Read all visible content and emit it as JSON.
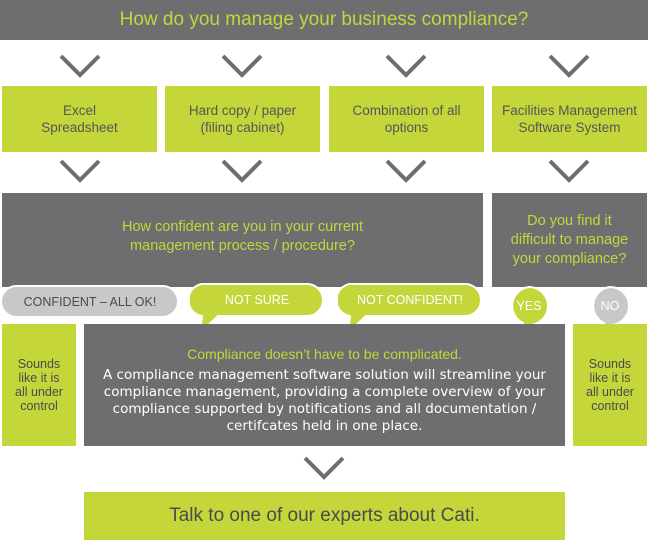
{
  "title": "How do you manage your business compliance?",
  "options": [
    {
      "label": "Excel\nSpreadsheet"
    },
    {
      "label": "Hard copy / paper\n(filing cabinet)"
    },
    {
      "label": "Combination of all\noptions"
    },
    {
      "label": "Facilities Management\nSoftware System"
    }
  ],
  "question_confidence": "How confident are you in your current\nmanagement process / procedure?",
  "question_difficult": "Do you find it\ndifficult to manage\nyour compliance?",
  "answers": {
    "confident": "CONFIDENT – ALL OK!",
    "not_sure": "NOT SURE",
    "not_confident": "NOT CONFIDENT!",
    "yes": "YES",
    "no": "NO"
  },
  "sounds_left": "Sounds\nlike it is\nall under\ncontrol",
  "sounds_right": "Sounds\nlike it is\nall under\ncontrol",
  "middle": {
    "heading": "Compliance doesn’t have to be complicated.",
    "body": "A compliance management software solution will streamline your\ncompliance management, providing a complete overview of your\ncompliance supported by notifications and all documentation /\ncertifcates held in one place."
  },
  "cta": "Talk to one of our experts about Cati.",
  "colors": {
    "grey": "#6e6e70",
    "lime": "#c4d63a",
    "light_grey": "#c8c8c8"
  }
}
